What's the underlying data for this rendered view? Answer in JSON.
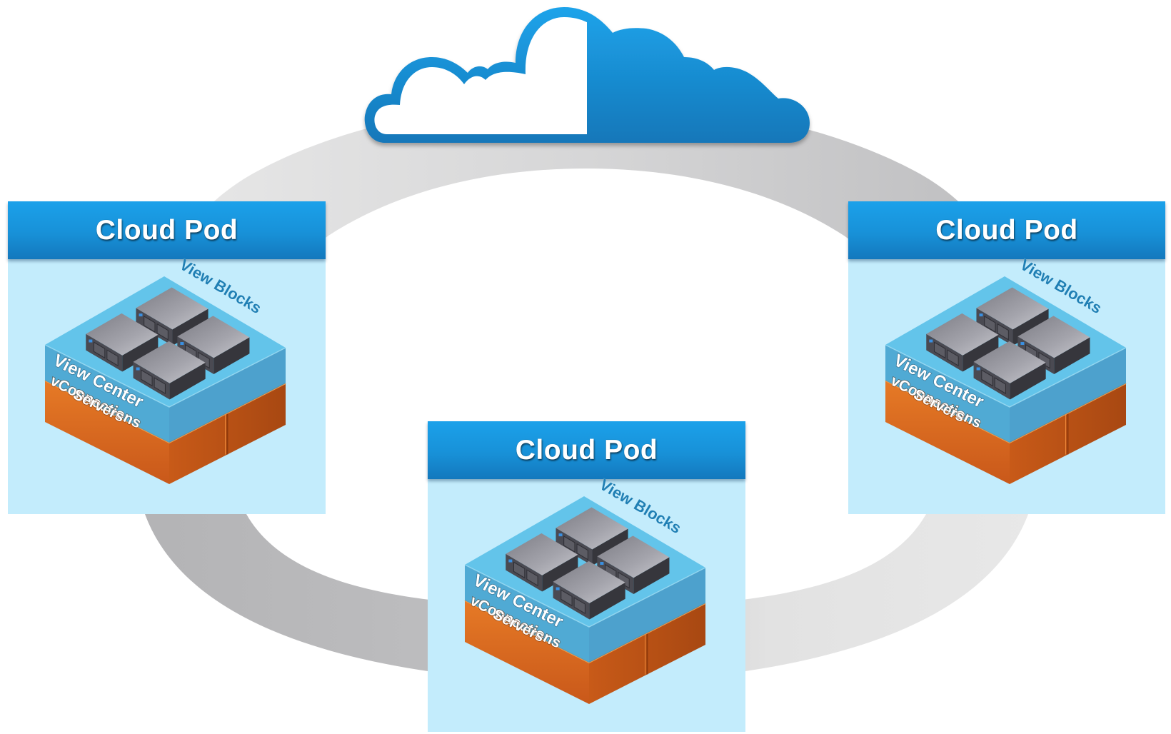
{
  "diagram": {
    "type": "cloud-pod-architecture",
    "cloud": {
      "icon": "cloud-icon",
      "fill_color": "#1a93d8",
      "outline_color": "#1a93d8"
    },
    "ring": {
      "color_light": "#e6e6e6",
      "color_dark": "#b4b4b6"
    },
    "pods": [
      {
        "position": "left",
        "title": "Cloud Pod",
        "layers": {
          "top": "View Blocks",
          "middle": "View Center",
          "bottom_line1": "vConnections",
          "bottom_line2": "Servers"
        },
        "server_count": 4
      },
      {
        "position": "center-bottom",
        "title": "Cloud Pod",
        "layers": {
          "top": "View Blocks",
          "middle": "View Center",
          "bottom_line1": "vConnections",
          "bottom_line2": "Servers"
        },
        "server_count": 4
      },
      {
        "position": "right",
        "title": "Cloud Pod",
        "layers": {
          "top": "View Blocks",
          "middle": "View Center",
          "bottom_line1": "vConnections",
          "bottom_line2": "Servers"
        },
        "server_count": 4
      }
    ],
    "colors": {
      "header_blue": "#1891d8",
      "pod_background": "#c3ecfc",
      "view_block_blue": "#3aa8d8",
      "vconnection_orange": "#d8661c",
      "server_gray": "#8a8a92"
    }
  }
}
